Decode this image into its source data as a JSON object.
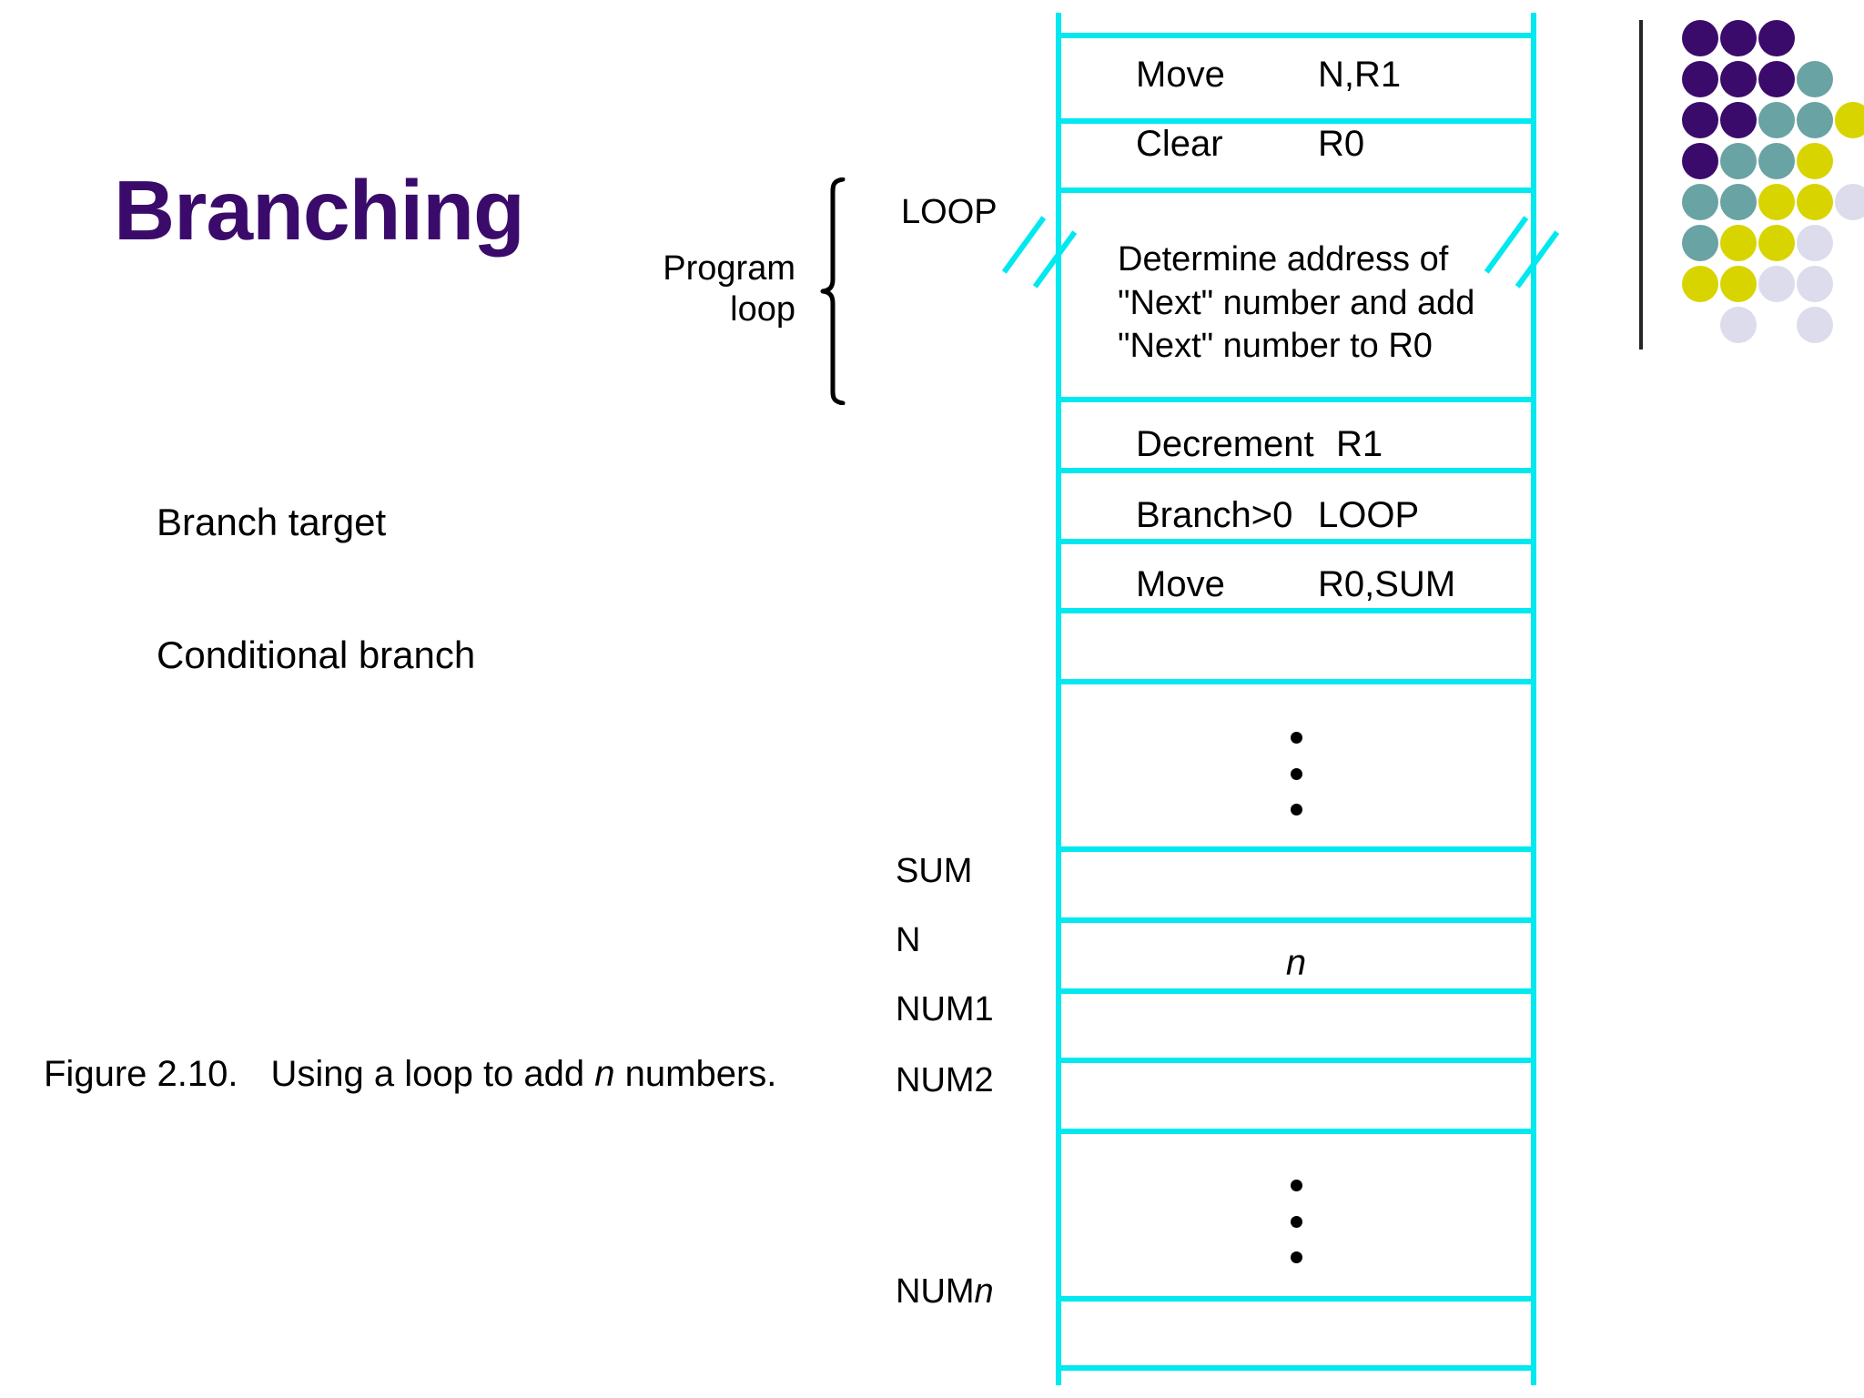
{
  "slide": {
    "title": "Branching",
    "title_color": "#3B0B6B",
    "background": "#FFFFFF"
  },
  "notes": [
    {
      "id": "branch-target",
      "text": "Branch target"
    },
    {
      "id": "conditional-branch",
      "text": "Conditional branch"
    }
  ],
  "caption": {
    "figure_number": "Figure 2.10.",
    "text_before": "Using a loop to add ",
    "italic": "n",
    "text_after": " numbers."
  },
  "annotations": {
    "program_loop_line1": "Program",
    "program_loop_line2": "loop",
    "loop_label": "LOOP"
  },
  "table": {
    "border_color": "#00E8F0",
    "rows": [
      {
        "kind": "instruction",
        "label": "",
        "op": "Move",
        "arg": "N,R1"
      },
      {
        "kind": "instruction",
        "label": "",
        "op": "Clear",
        "arg": "R0"
      },
      {
        "kind": "multiline",
        "label": "LOOP",
        "text": "Determine address of\n\"Next\" number and add\n\"Next\" number to R0"
      },
      {
        "kind": "instruction",
        "label": "",
        "op": "Decrement",
        "arg": "R1"
      },
      {
        "kind": "instruction",
        "label": "",
        "op": "Branch>0",
        "arg": "LOOP"
      },
      {
        "kind": "instruction",
        "label": "",
        "op": "Move",
        "arg": "R0,SUM"
      },
      {
        "kind": "blank",
        "label": ""
      },
      {
        "kind": "vdots",
        "label": ""
      },
      {
        "kind": "blank",
        "label": "SUM"
      },
      {
        "kind": "value",
        "label": "N",
        "value": "n"
      },
      {
        "kind": "blank",
        "label": "NUM1"
      },
      {
        "kind": "blank",
        "label": "NUM2"
      },
      {
        "kind": "vdots",
        "label": ""
      },
      {
        "kind": "blank",
        "label": "NUMn"
      }
    ],
    "labels": {
      "sum": "SUM",
      "n": "N",
      "num1": "NUM1",
      "num2": "NUM2",
      "num_n_prefix": "NUM",
      "num_n_italic": "n",
      "n_value": "n"
    }
  },
  "logo": {
    "divider_color": "#262626",
    "colors": {
      "purple": "#3B0B6B",
      "teal": "#6AA3A3",
      "yellow": "#D8D400",
      "lavender": "#DCDCEC"
    },
    "grid": [
      [
        "purple",
        "purple",
        "purple",
        null,
        null
      ],
      [
        "purple",
        "purple",
        "purple",
        "teal",
        null
      ],
      [
        "purple",
        "purple",
        "teal",
        "teal",
        "yellow"
      ],
      [
        "purple",
        "teal",
        "teal",
        "yellow",
        null
      ],
      [
        "teal",
        "teal",
        "yellow",
        "yellow",
        "lavender"
      ],
      [
        "teal",
        "yellow",
        "yellow",
        "lavender",
        null
      ],
      [
        "yellow",
        "yellow",
        "lavender",
        "lavender",
        null
      ],
      [
        null,
        "lavender",
        null,
        "lavender",
        null
      ]
    ]
  }
}
